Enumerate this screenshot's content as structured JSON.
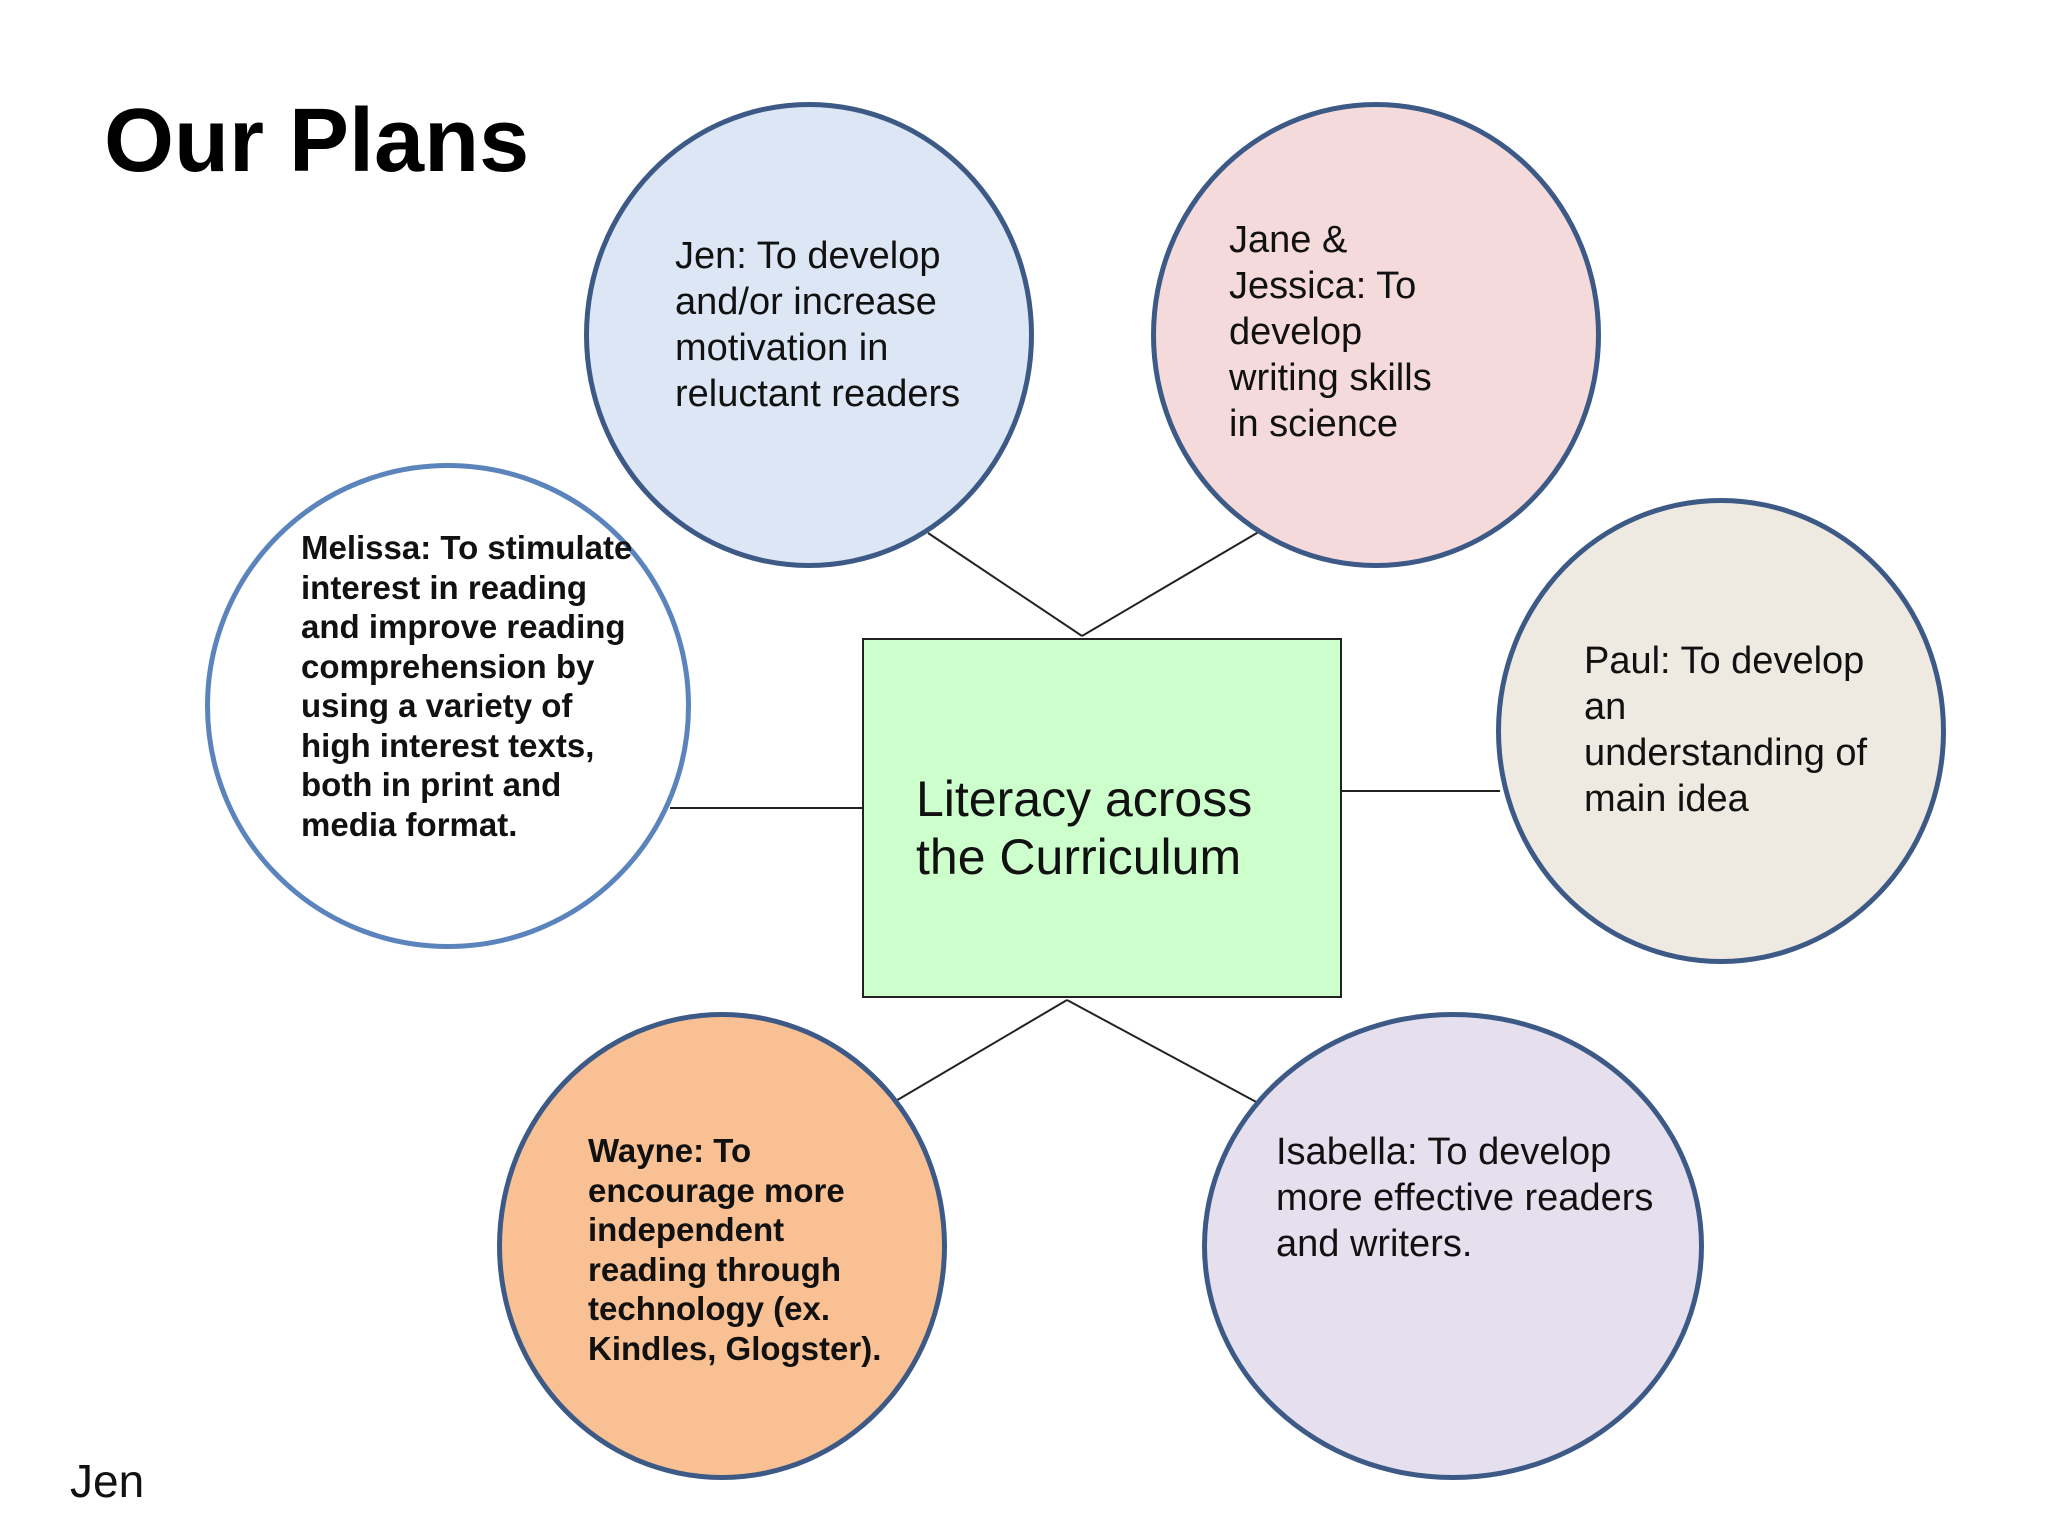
{
  "title": "Our Plans",
  "footer": "Jen",
  "center": {
    "label": "Literacy across the Curriculum"
  },
  "nodes": {
    "jen": {
      "text": "Jen: To develop and/or increase motivation in reluctant readers"
    },
    "jane_jessica": {
      "text": "Jane & Jessica: To develop writing skills in science"
    },
    "melissa": {
      "text": "Melissa:  To stimulate interest in reading and improve reading comprehension by using a variety of high interest texts, both in print and media format."
    },
    "paul": {
      "text": "Paul: To develop an understanding of main idea"
    },
    "wayne": {
      "text": "Wayne: To encourage more independent reading through technology (ex. Kindles, Glogster)."
    },
    "isabella": {
      "text": "Isabella: To  develop more effective readers and writers."
    }
  },
  "colors": {
    "center_fill": "#ccffcc",
    "jen_fill": "#dce6f4",
    "jane_jessica_fill": "#f4dada",
    "melissa_fill": "#ffffff",
    "paul_fill": "#eeeae2",
    "wayne_fill": "#f8c093",
    "isabella_fill": "#e5dfee",
    "circle_border": "#3d5a87",
    "melissa_border": "#5b84bd"
  }
}
